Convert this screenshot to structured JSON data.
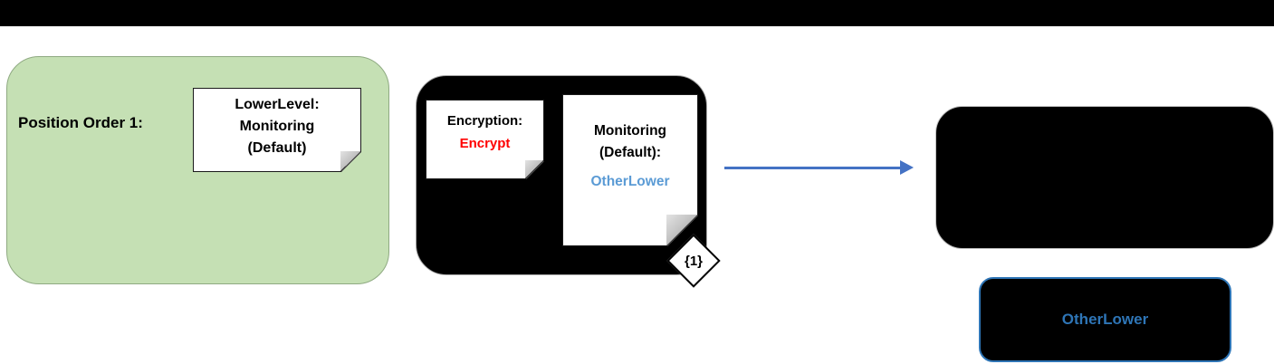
{
  "colors": {
    "green_fill": "#c5e0b4",
    "note_fill": "#ffffff",
    "note_border": "#000000",
    "encrypt_red": "#ff0000",
    "otherlower_light_blue": "#5b9bd5",
    "otherlower_blue": "#2e75b6",
    "arrow_blue": "#4472c4",
    "container_gray_border": "#a6a6a6",
    "dark_background": "#000000"
  },
  "green_group": {
    "title": "Position Order 1:",
    "note": {
      "line1": "LowerLevel:",
      "line2": "Monitoring",
      "line3": "(Default)"
    }
  },
  "middle_group": {
    "encryption_note": {
      "title": "Encryption:",
      "value": "Encrypt"
    },
    "monitoring_note": {
      "line1": "Monitoring",
      "line2": "(Default):",
      "value": "OtherLower"
    },
    "multiplicity_badge": "{1}"
  },
  "result_group": {
    "other_lower_label": "OtherLower"
  }
}
